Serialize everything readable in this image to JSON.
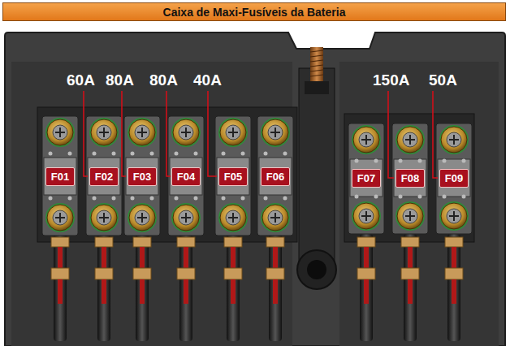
{
  "diagram": {
    "title": "Caixa de Maxi-Fusíveis da Bateria",
    "nodes": [
      {
        "text": [
          "F01"
        ]
      },
      {
        "text": [
          "F02"
        ]
      },
      {
        "text": [
          "F03"
        ]
      },
      {
        "text": [
          "F04"
        ]
      },
      {
        "text": [
          "F05"
        ]
      },
      {
        "text": [
          "F06"
        ]
      },
      {
        "text": [
          "F07"
        ]
      },
      {
        "text": [
          "F08"
        ]
      },
      {
        "text": [
          "F09"
        ]
      }
    ],
    "labels": [
      "60A",
      "80A",
      "80A",
      "40A",
      "150A",
      "50A"
    ]
  }
}
